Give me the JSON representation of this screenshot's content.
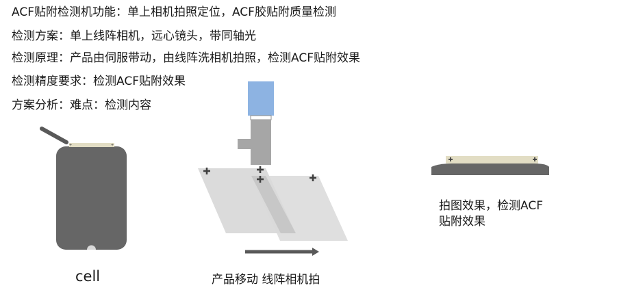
{
  "text_lines": [
    "ACF贴附检测机功能：单上相机拍照定位，ACF胶贴附质量检测",
    "检测方案：单上线阵相机，远心镜头，带同轴光",
    "检测原理：产品由伺服带动，由线阵洗相机拍照，检测ACF贴附效果",
    "检测精度要求：检测ACF贴附效果",
    "方案分析：难点：检测内容"
  ],
  "captions": {
    "cell": "cell",
    "middle": "产品移动 线阵相机拍",
    "right_line1": "拍图效果，检测ACF",
    "right_line2": "贴附效果"
  },
  "colors": {
    "phone_body": "#666666",
    "acf_strip": "#e2ddc4",
    "camera_blue": "#8db3e2",
    "camera_mount": "#a6a6a6",
    "panel": "#d9d9d9",
    "arrow": "#595959",
    "marker": "#404040"
  }
}
